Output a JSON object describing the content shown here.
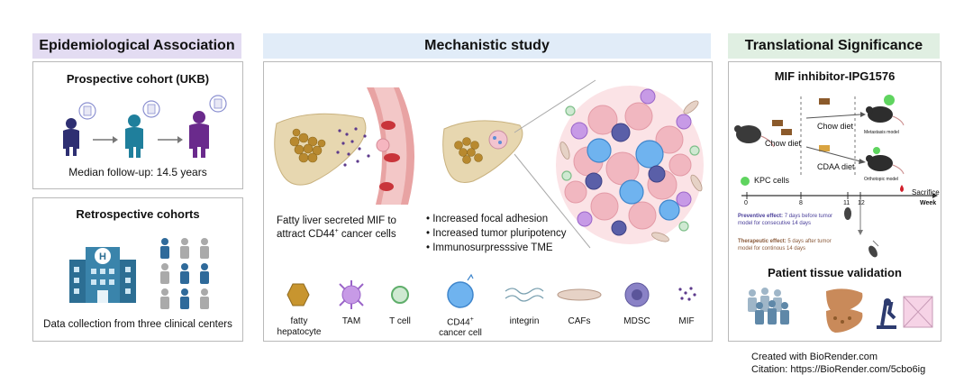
{
  "sections": {
    "epi": {
      "title": "Epidemiological Association",
      "color": "#e3dcf2"
    },
    "mech": {
      "title": "Mechanistic study",
      "color": "#e1ecf8"
    },
    "trans": {
      "title": "Translational Significance",
      "color": "#e0efe2"
    }
  },
  "prospective": {
    "title": "Prospective cohort (UKB)",
    "followup": "Median follow-up: 14.5 years"
  },
  "retrospective": {
    "title": "Retrospective  cohorts",
    "caption": "Data collection from three clinical centers"
  },
  "mechanism": {
    "caption_line1": "Fatty liver secreted MIF to",
    "caption_line2": "attract CD44",
    "caption_sup": "+",
    "caption_line2_end": " cancer cells",
    "bullets": [
      "Increased focal adhesion",
      "Increased tumor pluripotency",
      "Immunosurpresssive TME"
    ]
  },
  "legend": [
    {
      "label1": "fatty",
      "label2": "hepatocyte",
      "icon": "fatty-hepatocyte-icon"
    },
    {
      "label1": "TAM",
      "label2": "",
      "icon": "tam-icon"
    },
    {
      "label1": "T cell",
      "label2": "",
      "icon": "t-cell-icon"
    },
    {
      "label1": "CD44",
      "sup": "+",
      "label2": "cancer cell",
      "icon": "cd44-cancer-cell-icon"
    },
    {
      "label1": "integrin",
      "label2": "",
      "icon": "integrin-icon"
    },
    {
      "label1": "CAFs",
      "label2": "",
      "icon": "caf-icon"
    },
    {
      "label1": "MDSC",
      "label2": "",
      "icon": "mdsc-icon"
    },
    {
      "label1": "MIF",
      "label2": "",
      "icon": "mif-icon"
    }
  ],
  "translational": {
    "inhibitor_title": "MIF inhibitor-IPG1576",
    "chow_diet_1": "Chow diet",
    "chow_diet_2": "Chow diet",
    "cdaa_diet": "CDAA diet",
    "metastasis_model": "Metastasis model",
    "orthotopic_model": "Orthotopic model",
    "kpc_cells": "KPC cells",
    "sacrifice": "Sacrifice",
    "timeline_ticks": [
      "0",
      "8",
      "11",
      "12"
    ],
    "week_label": "Week",
    "preventive_title": "Preventive effect:",
    "preventive_text1": " 7 days before tumor",
    "preventive_text2": "model for consecutive 14 days",
    "therapeutic_title": "Therapeutic effect:",
    "therapeutic_text1": " 5 days after tumor",
    "therapeutic_text2": "model for continous 14 days",
    "patient_title": "Patient tissue validation"
  },
  "credits": {
    "line1": "Created with BioRender.com",
    "line2": "Citation: https://BioRender.com/5cbo6ig"
  }
}
